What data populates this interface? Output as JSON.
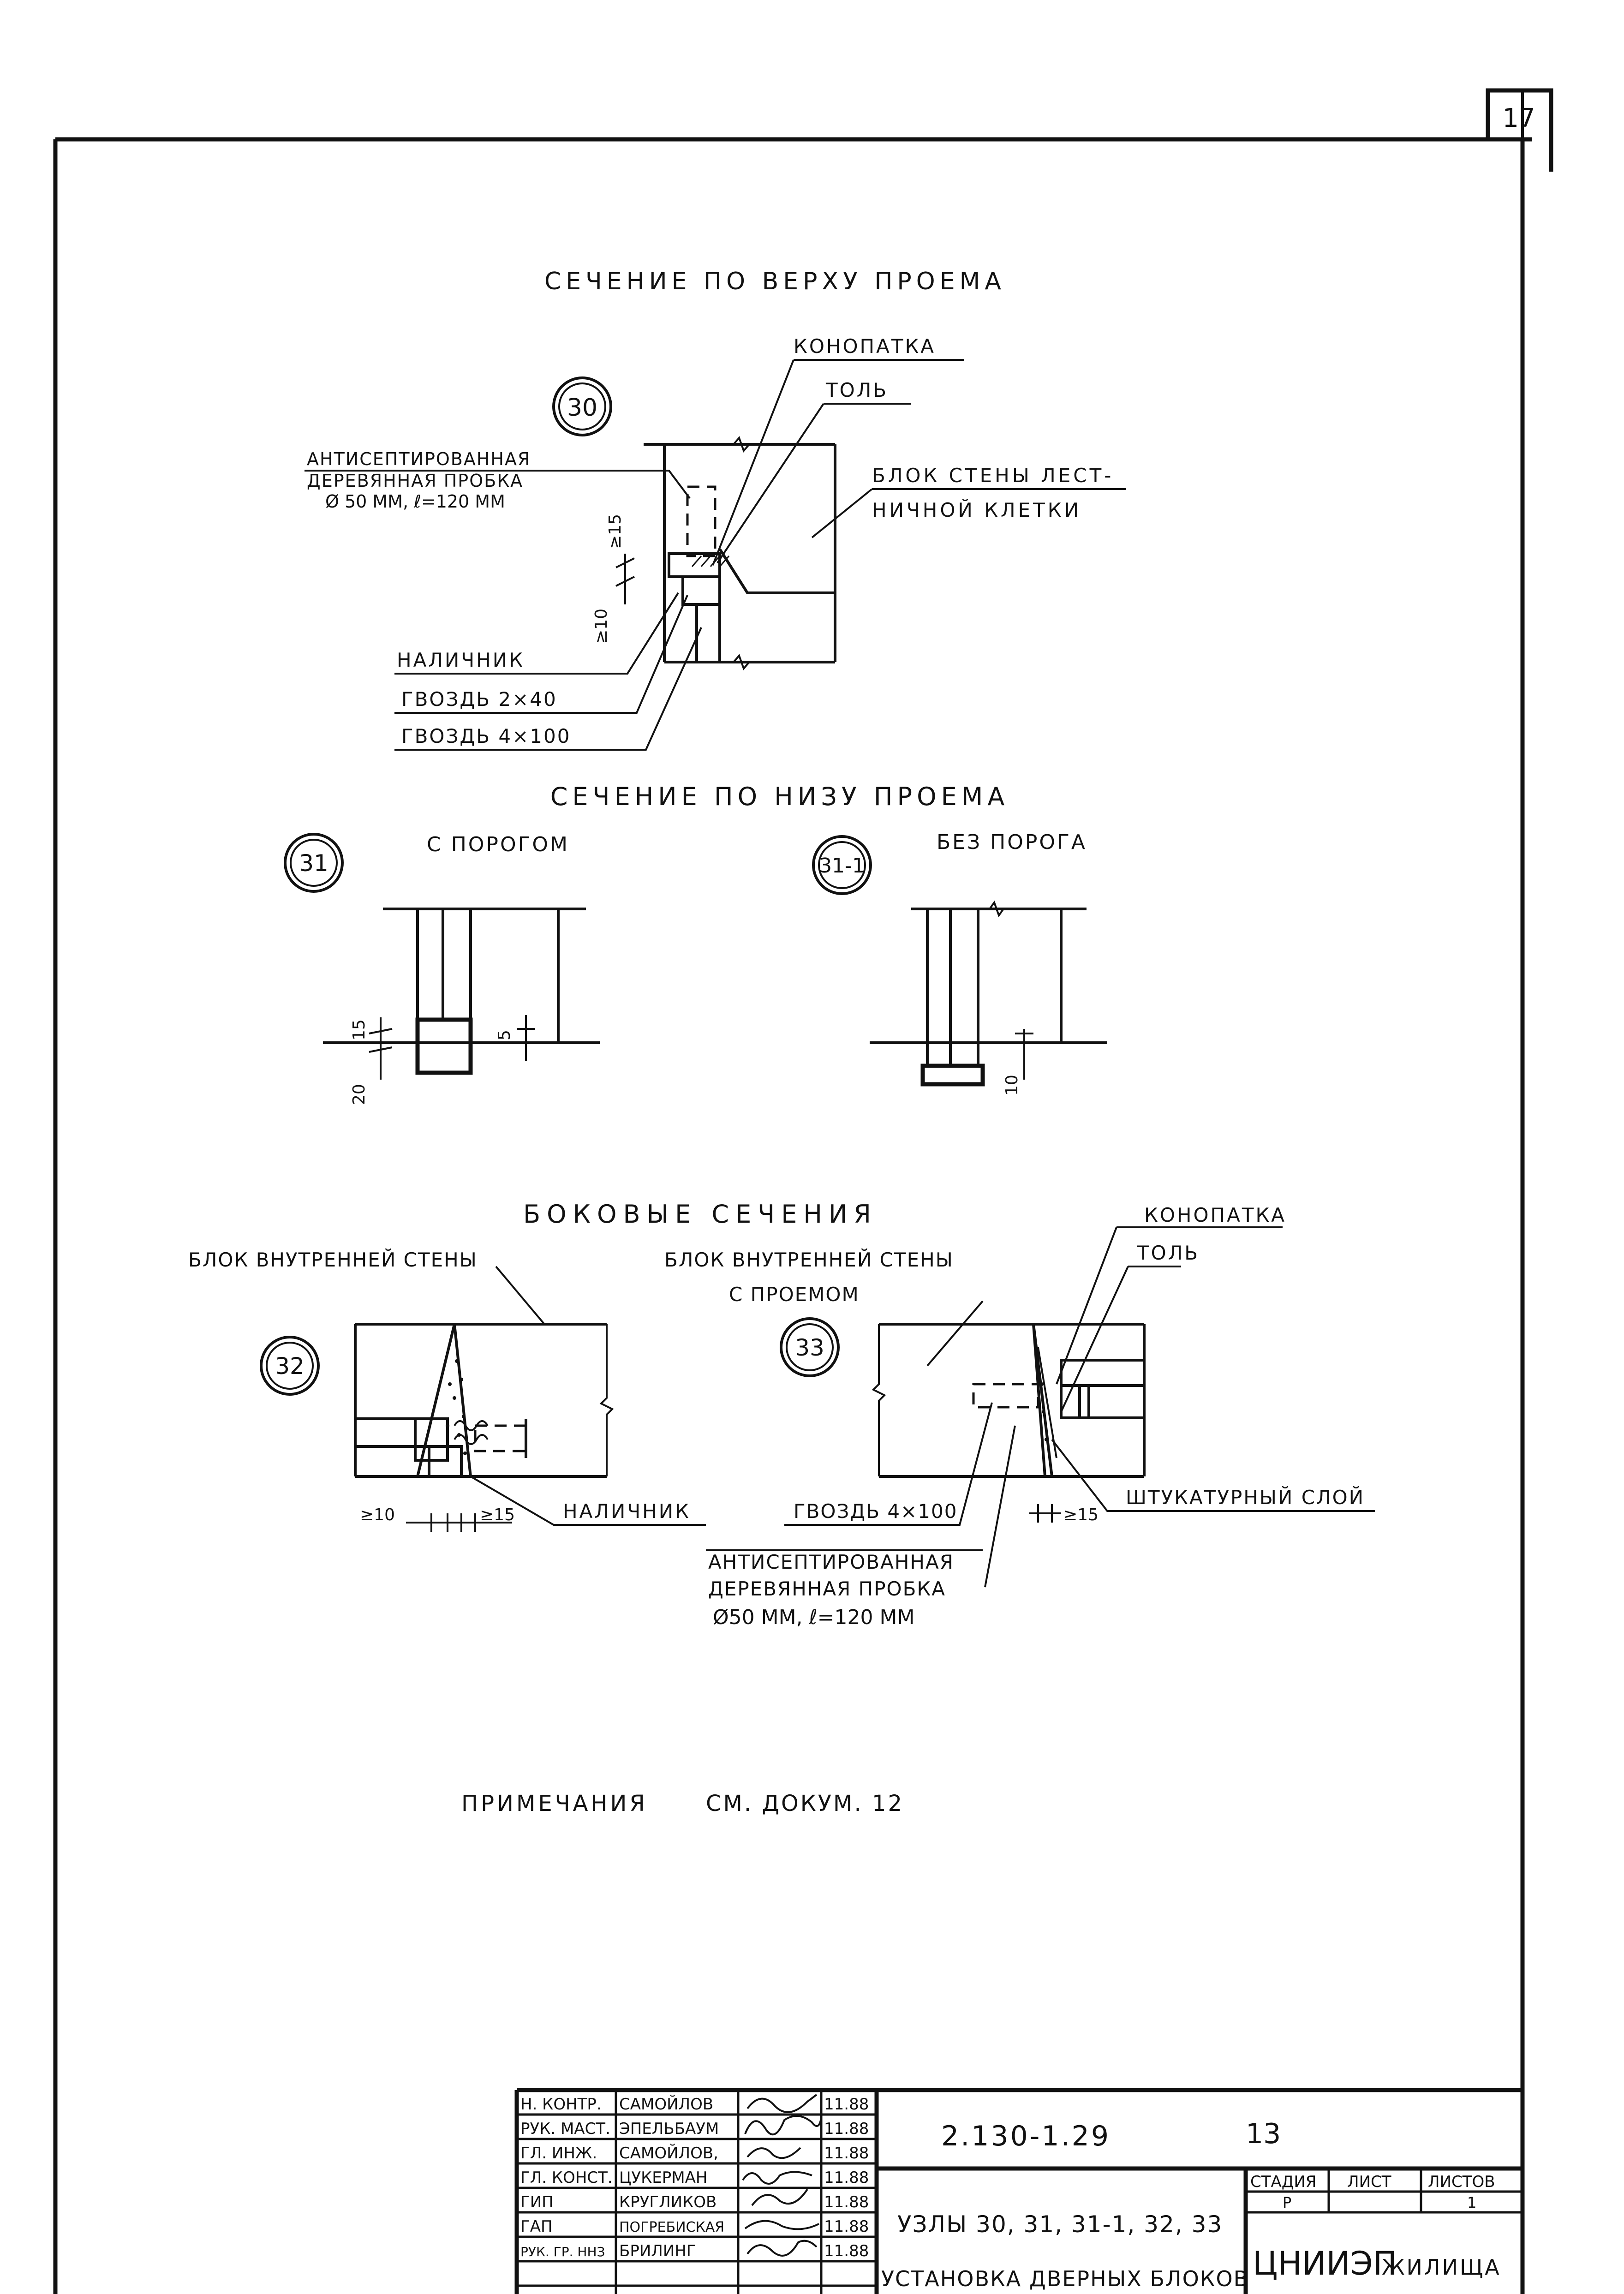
{
  "sheet_number": "17",
  "top_section": {
    "title": "СЕЧЕНИЕ ПО ВЕРХУ ПРОЕМА",
    "node_30": "30",
    "callouts": {
      "konopatka": "КОНОПАТКА",
      "tol": "ТОЛЬ",
      "wall_block_line1": "БЛОК СТЕНЫ ЛЕСТ-",
      "wall_block_line2": "НИЧНОЙ КЛЕТКИ",
      "plug_line1": "АНТИСЕПТИРОВАННАЯ",
      "plug_line2": "ДЕРЕВЯННАЯ ПРОБКА",
      "plug_line3": "Ø 50 ММ, ℓ=120 ММ",
      "nalichnik": "НАЛИЧНИК",
      "nail_small": "ГВОЗДЬ 2×40",
      "nail_large": "ГВОЗДЬ 4×100"
    },
    "dims": {
      "d15": "≥15",
      "d10": "≥10"
    }
  },
  "bottom_section": {
    "title": "СЕЧЕНИЕ ПО НИЗУ ПРОЕМА",
    "node_31": "31",
    "node_31_1": "31-1",
    "label_with_threshold": "С ПОРОГОМ",
    "label_without_threshold": "БЕЗ ПОРОГА",
    "dims": {
      "d15": "15",
      "d20": "20",
      "d5": "5",
      "d10": "10"
    }
  },
  "side_sections": {
    "title": "БОКОВЫЕ СЕЧЕНИЯ",
    "node_32": "32",
    "node_33": "33",
    "inner_wall_block": "БЛОК ВНУТРЕННЕЙ СТЕНЫ",
    "inner_wall_block_opening_line1": "БЛОК ВНУТРЕННЕЙ СТЕНЫ",
    "inner_wall_block_opening_line2": "С ПРОЕМОМ",
    "konopatka": "КОНОПАТКА",
    "tol": "ТОЛЬ",
    "nalichnik": "НАЛИЧНИК",
    "nail": "ГВОЗДЬ 4×100",
    "plaster": "ШТУКАТУРНЫЙ СЛОЙ",
    "plug_line1": "АНТИСЕПТИРОВАННАЯ",
    "plug_line2": "ДЕРЕВЯННАЯ ПРОБКА",
    "plug_line3": "Ø50 ММ, ℓ=120 ММ",
    "dims": {
      "d10": "≥10",
      "d15a": "≥15",
      "d15b": "≥15"
    }
  },
  "notes": {
    "label": "ПРИМЕЧАНИЯ",
    "text": "СМ. ДОКУМ. 12"
  },
  "title_block": {
    "signatures": [
      {
        "role": "Н. КОНТР.",
        "name": "САМОЙЛОВ",
        "date": "11.88"
      },
      {
        "role": "РУК. МАСТ.",
        "name": "ЭПЕЛЬБАУМ",
        "date": "11.88"
      },
      {
        "role": "ГЛ. ИНЖ.",
        "name": "САМОЙЛОВ,",
        "date": "11.88"
      },
      {
        "role": "ГЛ. КОНСТ.",
        "name": "ЦУКЕРМАН",
        "date": "11.88"
      },
      {
        "role": "ГИП",
        "name": "КРУГЛИКОВ",
        "date": "11.88"
      },
      {
        "role": "ГАП",
        "name": "ПОГРЕБИСКАЯ",
        "date": "11.88"
      },
      {
        "role": "РУК. ГР. ННЗ",
        "name": "БРИЛИНГ",
        "date": "11.88"
      }
    ],
    "doc_code": "2.130-1.29",
    "doc_number": "13",
    "stage_header": "СТАДИЯ",
    "sheet_header": "ЛИСТ",
    "sheets_header": "ЛИСТОВ",
    "stage_value": "Р",
    "sheets_value": "1",
    "nodes_title": "УЗЛЫ 30, 31, 31-1, 32, 33",
    "description": "УСТАНОВКА ДВЕРНЫХ БЛОКОВ",
    "org_main": "ЦНИИЭП",
    "org_sub": "ЖИЛИЩА"
  }
}
